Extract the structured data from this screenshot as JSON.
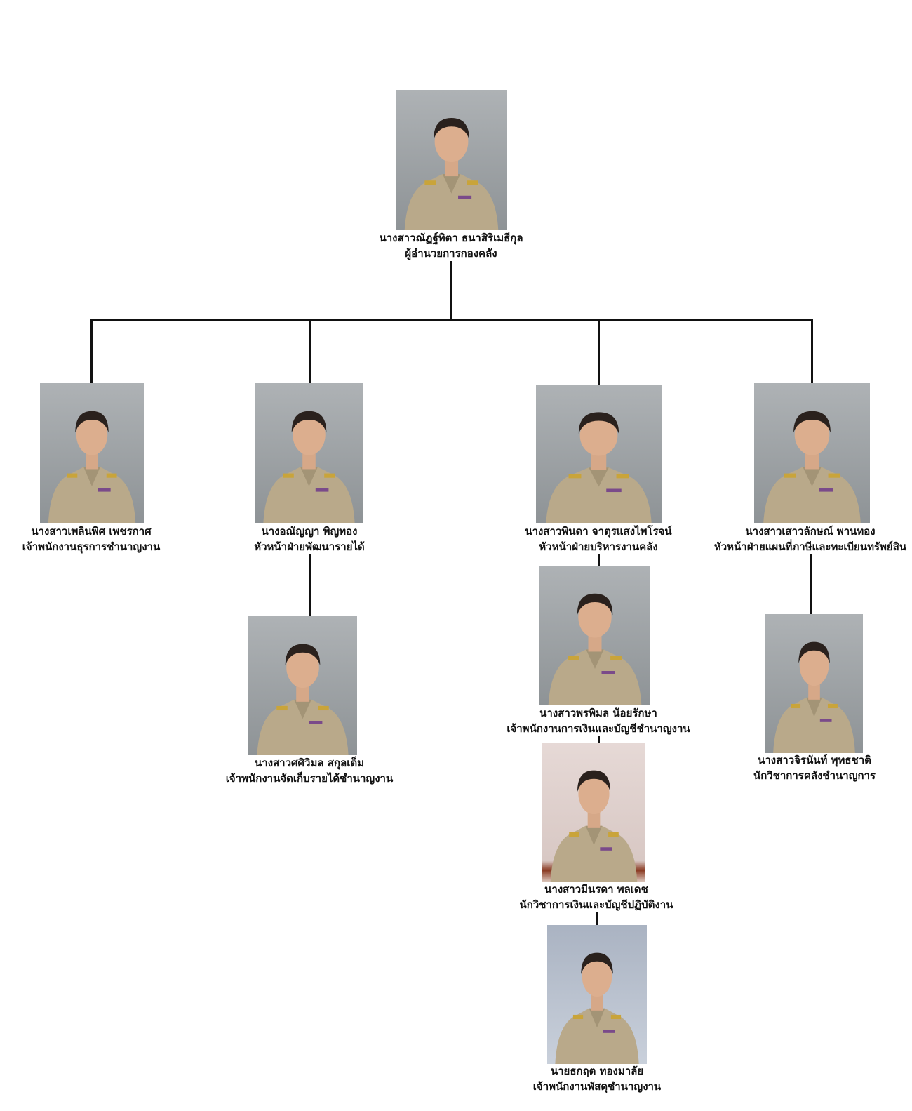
{
  "org_chart": {
    "people": [
      {
        "id": "director",
        "name": "นางสาวณัฏฐ์ทิตา ธนาสิริเมธีกุล",
        "position": "ผู้อำนวยการกองคลัง"
      },
      {
        "id": "p1",
        "name": "นางสาวเพลินพิศ เพชรกาศ",
        "position": "เจ้าพนักงานธุรการชำนาญงาน"
      },
      {
        "id": "p2",
        "name": "นางอณัญญา พิญทอง",
        "position": "หัวหน้าฝ่ายพัฒนารายได้"
      },
      {
        "id": "p3",
        "name": "นางสาวพินดา จาตุรแสงไพโรจน์",
        "position": "หัวหน้าฝ่ายบริหารงานคลัง"
      },
      {
        "id": "p4",
        "name": "นางสาวเสาวลักษณ์ พานทอง",
        "position": "หัวหน้าฝ่ายแผนที่ภาษีและทะเบียนทรัพย์สิน"
      },
      {
        "id": "p5",
        "name": "นางสาวศศิวิมล สกุลเต็ม",
        "position": "เจ้าพนักงานจัดเก็บรายได้ชำนาญงาน"
      },
      {
        "id": "p6",
        "name": "นางสาวพรพิมล น้อยรักษา",
        "position": "เจ้าพนักงานการเงินและบัญชีชำนาญงาน"
      },
      {
        "id": "p7",
        "name": "นางสาวมีนรดา พลเดช",
        "position": "นักวิชาการเงินและบัญชีปฏิบัติงาน"
      },
      {
        "id": "p8",
        "name": "นายธกฤต ทองมาลัย",
        "position": "เจ้าพนักงานพัสดุชำนาญงาน"
      },
      {
        "id": "p9",
        "name": "นางสาวจิรนันท์ พุทธชาติ",
        "position": "นักวิชาการคลังชำนาญการ"
      }
    ]
  }
}
